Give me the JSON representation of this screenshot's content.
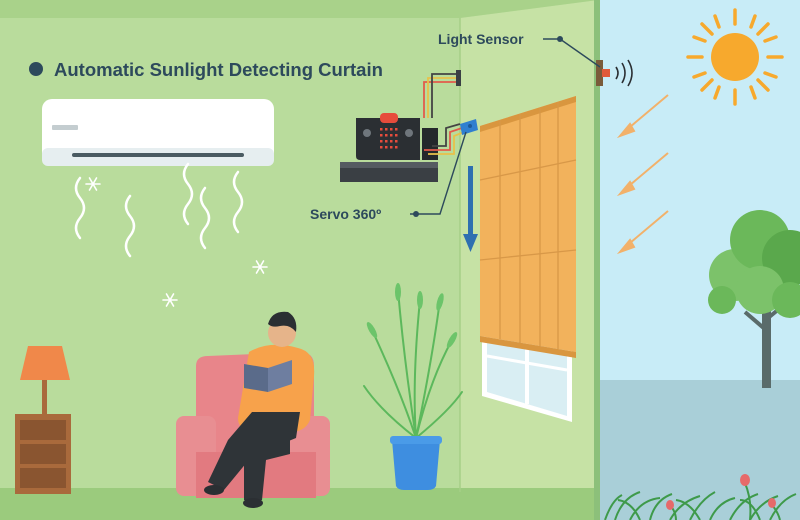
{
  "title": "Automatic Sunlight Detecting Curtain",
  "labels": {
    "light_sensor": "Light Sensor",
    "servo": "Servo 360º"
  },
  "colors": {
    "room_wall": "#b9dc9c",
    "side_wall": "#c6e2a5",
    "sky": "#c8ecf7",
    "sun": "#f7a92d",
    "curtain": "#f2b25c",
    "arrow": "#2e6fb0",
    "label_text": "#2d4a5c"
  }
}
